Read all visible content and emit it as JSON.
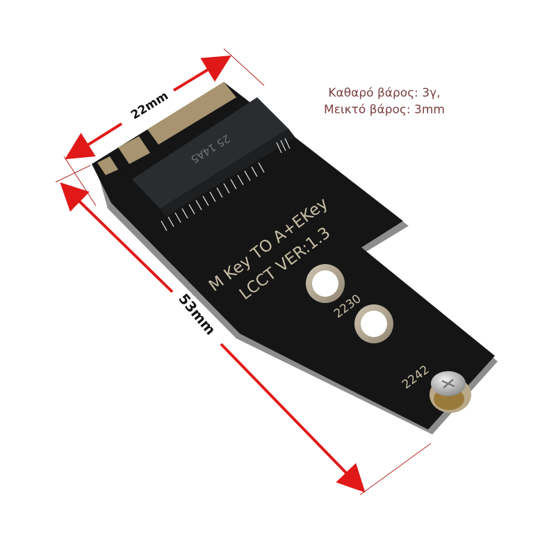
{
  "caption": {
    "line1": "Καθαρό βάρος: 3γ,",
    "line2": "Μεικτό βάρος: 3mm"
  },
  "dimensions": {
    "width_label": "22mm",
    "length_label": "53mm"
  },
  "board": {
    "chip_marking": "25 14A5",
    "silkscreen_line1": "M Key TO A+EKey",
    "silkscreen_line2": "LCCT VER:1.3",
    "hole_label_1": "2230",
    "hole_label_2": "2242"
  },
  "colors": {
    "arrow": "#e01818",
    "pcb": "#141414",
    "connector": "#2a2d30",
    "gold": "#a89470",
    "caption": "#7a3e3e"
  }
}
